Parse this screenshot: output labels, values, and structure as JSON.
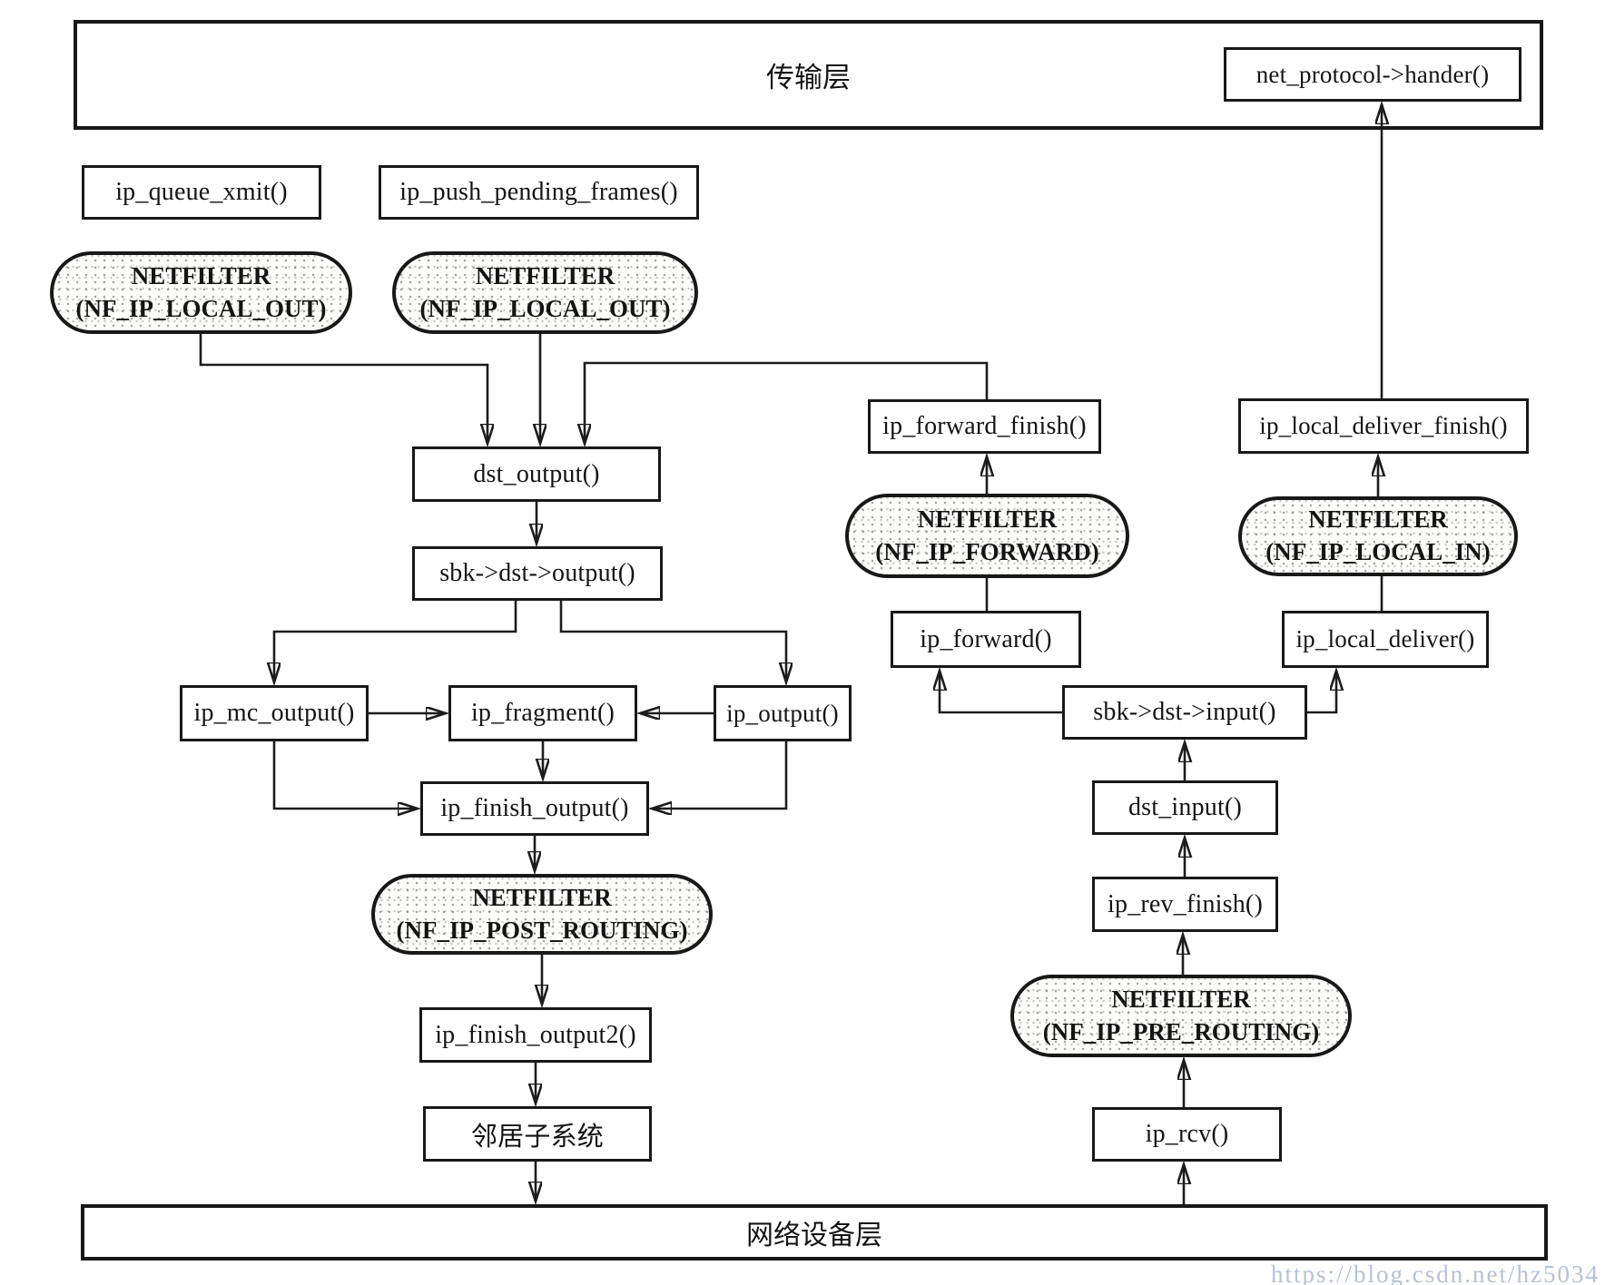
{
  "colors": {
    "ink": "#181818",
    "paper": "#ffffff",
    "watermark": "#b7c2d5"
  },
  "layers": {
    "transport": "传输层",
    "network_device": "网络设备层",
    "neighbor_subsystem": "邻居子系统"
  },
  "functions": {
    "net_protocol": "net_protocol->hander()",
    "ip_queue_xmit": "ip_queue_xmit()",
    "ip_push_pending_frames": "ip_push_pending_frames()",
    "dst_output": "dst_output()",
    "sbk_dst_output": "sbk->dst->output()",
    "ip_mc_output": "ip_mc_output()",
    "ip_fragment": "ip_fragment()",
    "ip_output": "ip_output()",
    "ip_finish_output": "ip_finish_output()",
    "ip_finish_output2": "ip_finish_output2()",
    "ip_rcv": "ip_rcv()",
    "ip_rev_finish": "ip_rev_finish()",
    "dst_input": "dst_input()",
    "sbk_dst_input": "sbk->dst->input()",
    "ip_forward": "ip_forward()",
    "ip_forward_finish": "ip_forward_finish()",
    "ip_local_deliver": "ip_local_deliver()",
    "ip_local_deliver_finish": "ip_local_deliver_finish()"
  },
  "netfilter_hooks": {
    "title": "NETFILTER",
    "local_out": "(NF_IP_LOCAL_OUT)",
    "post_routing": "(NF_IP_POST_ROUTING)",
    "pre_routing": "(NF_IP_PRE_ROUTING)",
    "forward": "(NF_IP_FORWARD)",
    "local_in": "(NF_IP_LOCAL_IN)"
  },
  "watermark": "https://blog.csdn.net/hz5034"
}
